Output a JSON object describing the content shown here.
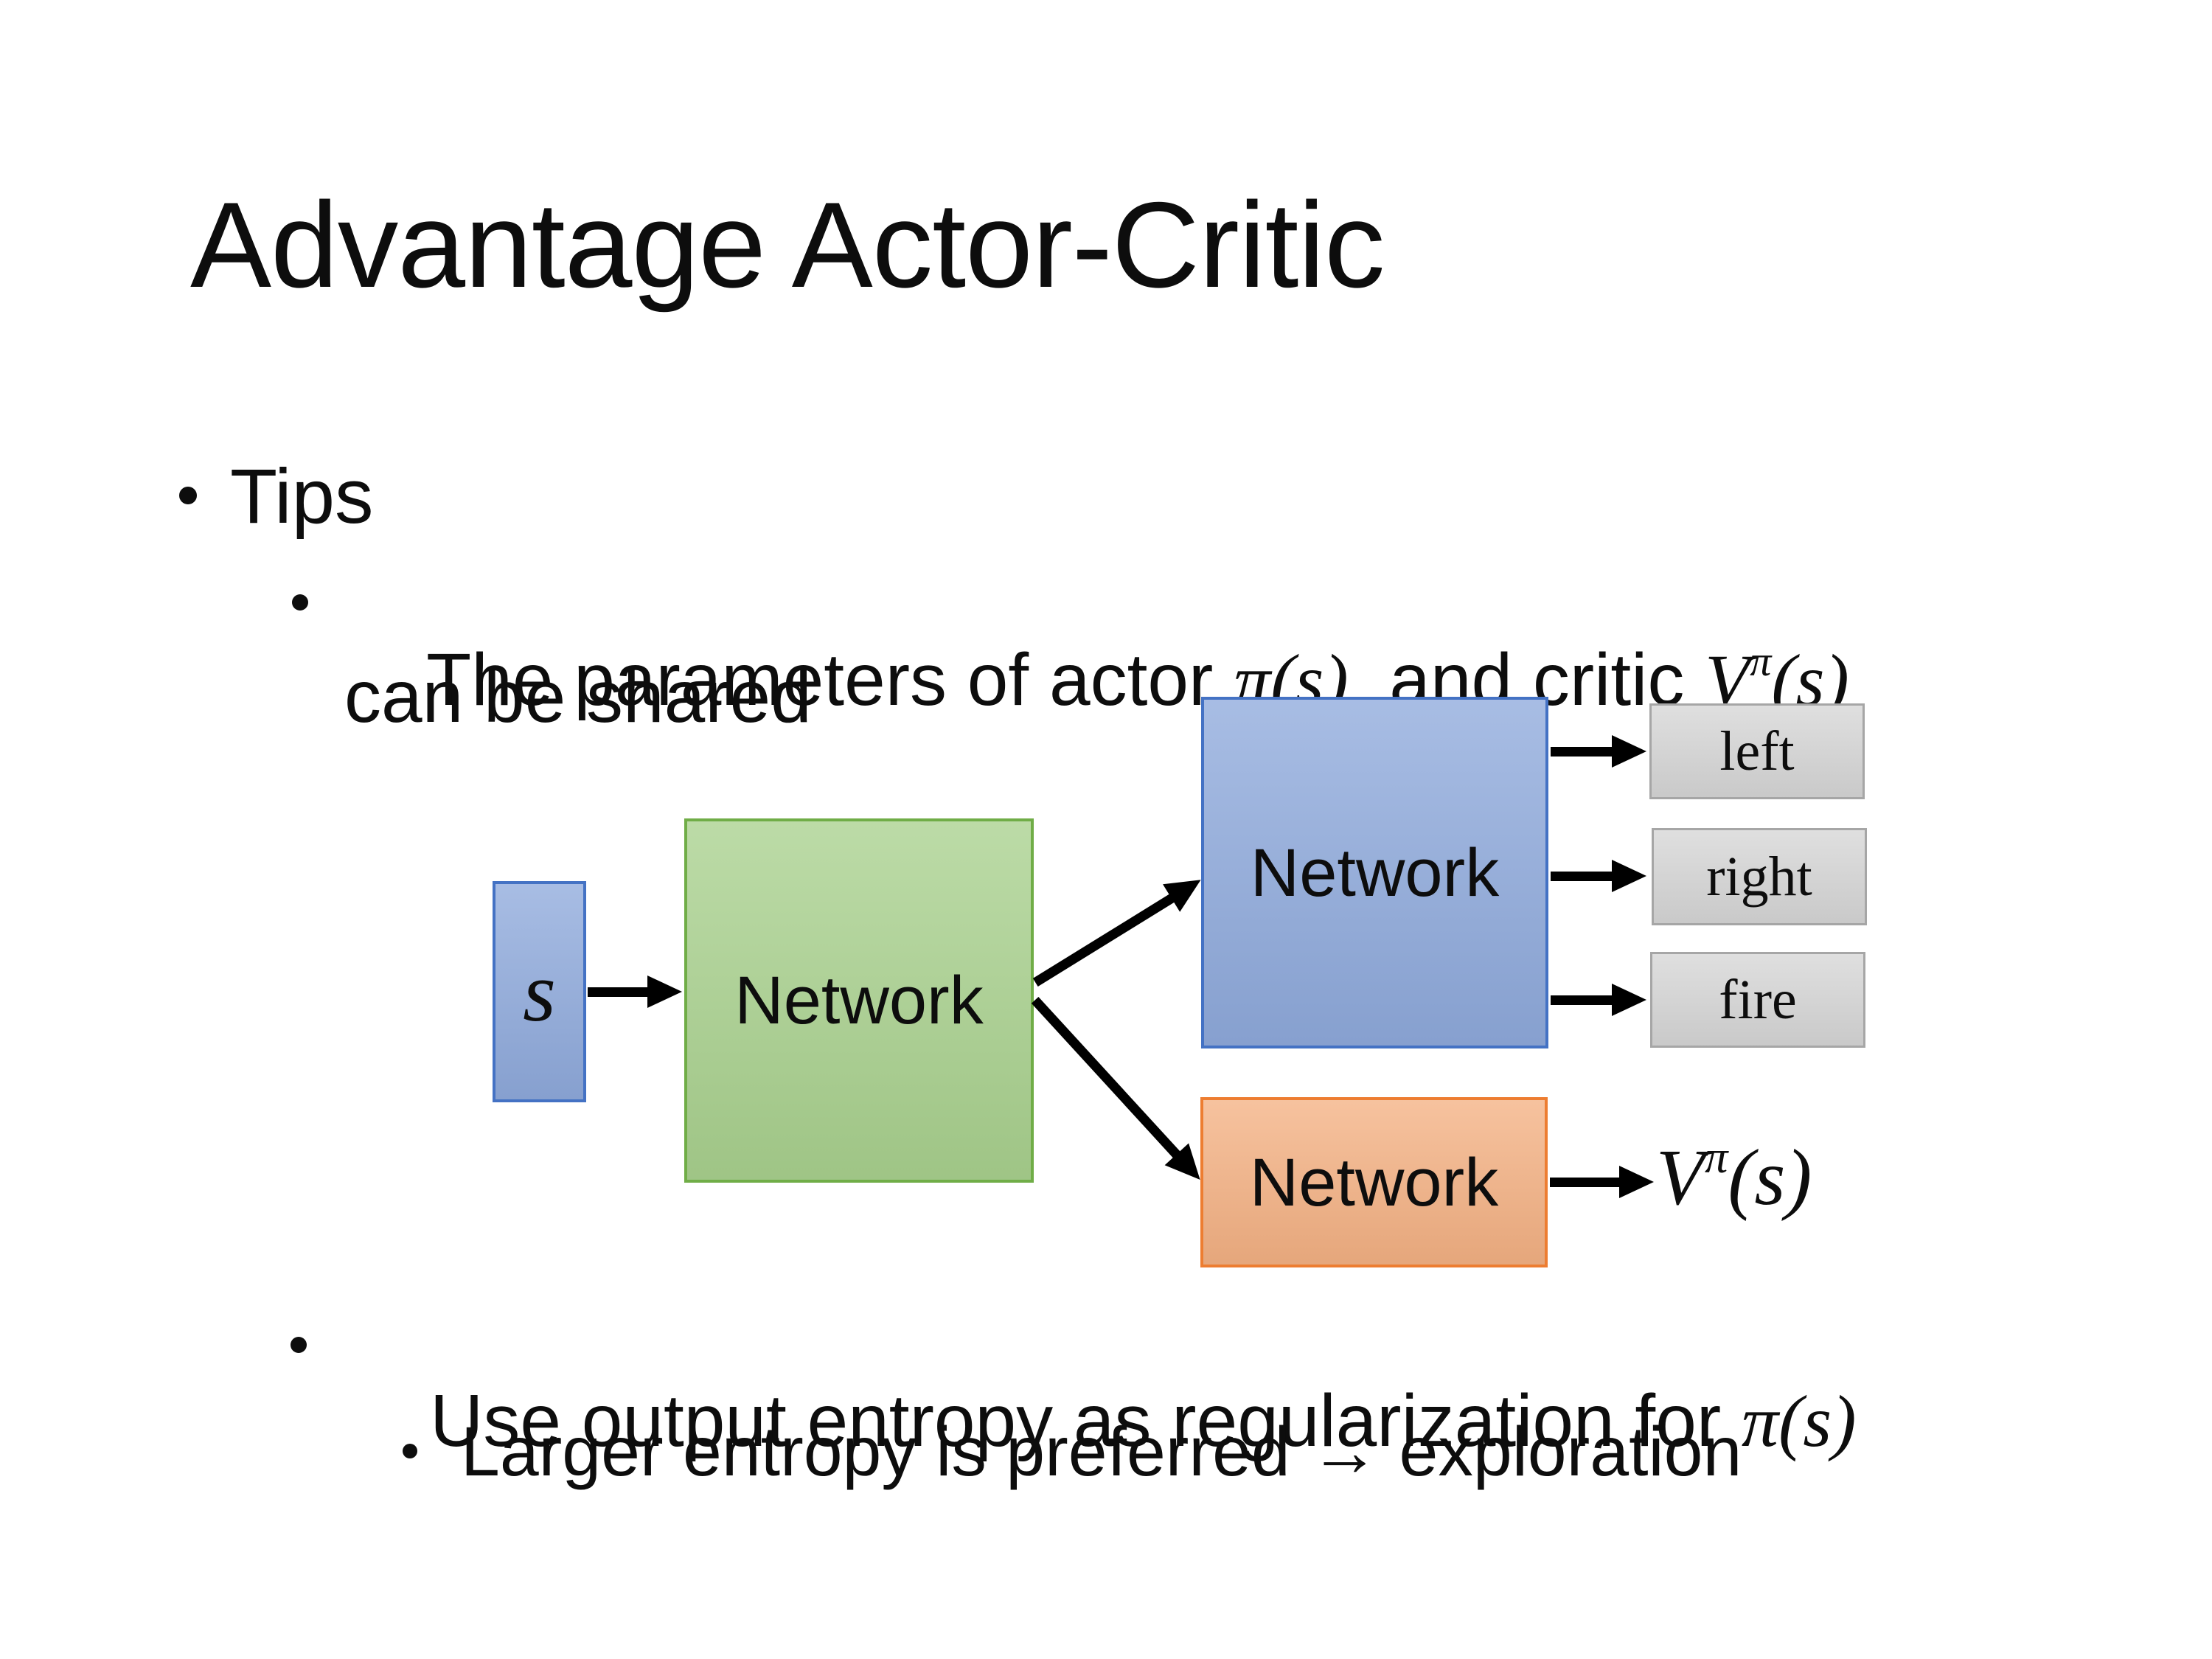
{
  "title": "Advantage Actor-Critic",
  "bullets": {
    "tips": "Tips",
    "b2_pre": "The parameters of actor ",
    "b2_pi": "π(s)",
    "b2_mid": "  and critic ",
    "b2_v_base": "V",
    "b2_v_sup": "π",
    "b2_v_arg": "(s)",
    "b2_line2": "can be shared",
    "b3_pre": "Use output entropy as regularization for ",
    "b3_pi": "π(s)",
    "b4": "Larger entropy is preferred → exploration"
  },
  "diagram": {
    "state_label": "s",
    "shared_network_label": "Network",
    "actor_network_label": "Network",
    "critic_network_label": "Network",
    "actions": [
      "left",
      "right",
      "fire"
    ],
    "value_base": "V",
    "value_sup": "π",
    "value_arg": "(s)",
    "colors": {
      "state_fill": "#8FAADC",
      "state_border": "#4472C4",
      "shared_fill": "#A9D18E",
      "shared_border": "#70AD47",
      "actor_fill": "#8FAADC",
      "actor_border": "#4472C4",
      "critic_fill": "#F4B183",
      "critic_border": "#ED7D31",
      "action_fill": "#D6D6D6",
      "action_border": "#A6A6A6",
      "arrow": "#000000",
      "text": "#0d0d0d"
    }
  }
}
